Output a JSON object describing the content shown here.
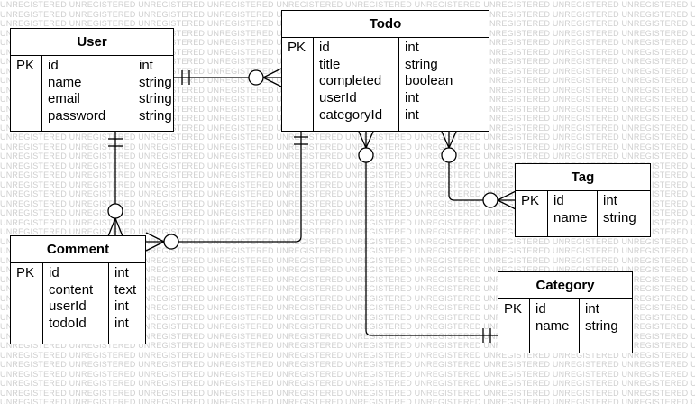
{
  "watermark_text": "UNREGISTERED",
  "entities": {
    "user": {
      "title": "User",
      "pk_label": "PK",
      "fields": [
        {
          "name": "id",
          "type": "int"
        },
        {
          "name": "name",
          "type": "string"
        },
        {
          "name": "email",
          "type": "string"
        },
        {
          "name": "password",
          "type": "string"
        }
      ]
    },
    "todo": {
      "title": "Todo",
      "pk_label": "PK",
      "fields": [
        {
          "name": "id",
          "type": "int"
        },
        {
          "name": "title",
          "type": "string"
        },
        {
          "name": "completed",
          "type": "boolean"
        },
        {
          "name": "userId",
          "type": "int"
        },
        {
          "name": "categoryId",
          "type": "int"
        }
      ]
    },
    "tag": {
      "title": "Tag",
      "pk_label": "PK",
      "fields": [
        {
          "name": "id",
          "type": "int"
        },
        {
          "name": "name",
          "type": "string"
        }
      ]
    },
    "comment": {
      "title": "Comment",
      "pk_label": "PK",
      "fields": [
        {
          "name": "id",
          "type": "int"
        },
        {
          "name": "content",
          "type": "text"
        },
        {
          "name": "userId",
          "type": "int"
        },
        {
          "name": "todoId",
          "type": "int"
        }
      ]
    },
    "category": {
      "title": "Category",
      "pk_label": "PK",
      "fields": [
        {
          "name": "id",
          "type": "int"
        },
        {
          "name": "name",
          "type": "string"
        }
      ]
    }
  },
  "relationships": [
    {
      "from": "User",
      "to": "Todo",
      "from_cardinality": "one-and-only-one",
      "to_cardinality": "zero-or-many"
    },
    {
      "from": "User",
      "to": "Comment",
      "from_cardinality": "one-and-only-one",
      "to_cardinality": "zero-or-many"
    },
    {
      "from": "Todo",
      "to": "Comment",
      "from_cardinality": "one-and-only-one",
      "to_cardinality": "zero-or-many"
    },
    {
      "from": "Todo",
      "to": "Tag",
      "from_cardinality": "zero-or-many",
      "to_cardinality": "zero-or-many"
    },
    {
      "from": "Todo",
      "to": "Category",
      "from_cardinality": "zero-or-many",
      "to_cardinality": "one-and-only-one"
    }
  ],
  "colors": {
    "line": "#000000",
    "watermark": "#cfcfcf",
    "background": "#ffffff"
  }
}
